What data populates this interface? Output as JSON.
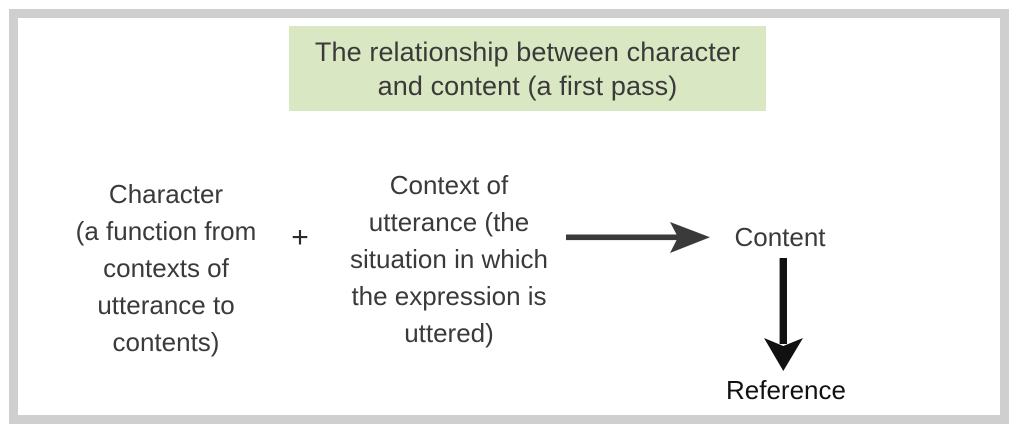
{
  "figure": {
    "title": "The relationship between character\nand content (a first pass)",
    "title_bg_color": "#d9e8c2",
    "frame_color": "#cfcfcf",
    "text_color": "#3a3a3a",
    "arrow_color_horizontal": "#3a3a3a",
    "arrow_color_vertical": "#111111"
  },
  "terms": {
    "character": "Character\n(a function from\ncontexts of\nutterance to\ncontents)",
    "operator": "+",
    "context": "Context of\nutterance (the\nsituation in which\nthe expression is\nuttered)",
    "content": "Content",
    "reference": "Reference"
  },
  "arrows": {
    "horizontal": "arrow-right-icon",
    "vertical": "arrow-down-icon"
  }
}
